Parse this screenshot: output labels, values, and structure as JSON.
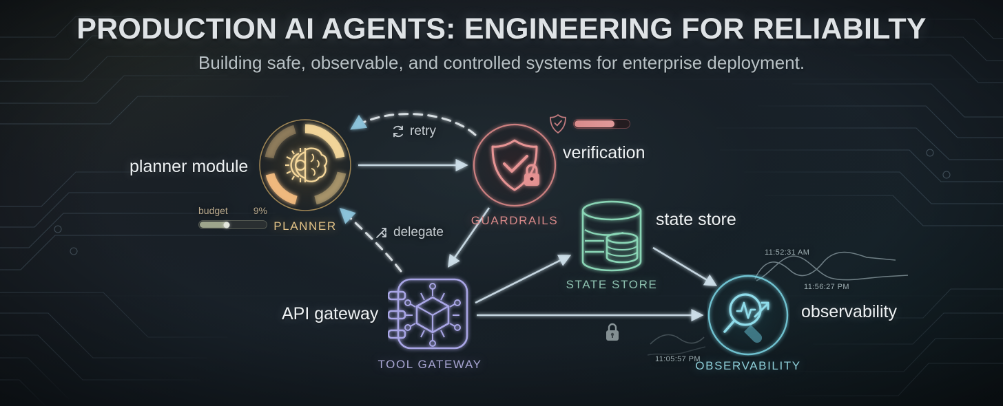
{
  "header": {
    "title": "PRODUCTION AI AGENTS: ENGINEERING FOR RELIABILTY",
    "subtitle": "Building safe, observable, and controlled systems for enterprise deployment."
  },
  "nodes": [
    {
      "id": "planner",
      "caption": "PLANNER",
      "annotation": "planner module",
      "icon": "gear-brain-icon",
      "color": "#e8c07a"
    },
    {
      "id": "guardrails",
      "caption": "GUARDRAILS",
      "annotation": "verification",
      "icon": "shield-check-lock-icon",
      "color": "#e08a8a"
    },
    {
      "id": "statestore",
      "caption": "STATE STORE",
      "annotation": "state store",
      "icon": "database-cylinder-icon",
      "color": "#84d3b4"
    },
    {
      "id": "toolgateway",
      "caption": "TOOL GATEWAY",
      "annotation": "API gateway",
      "icon": "chip-cube-icon",
      "color": "#a9a6e0"
    },
    {
      "id": "observability",
      "caption": "OBSERVABILITY",
      "annotation": "observability",
      "icon": "magnifier-pulse-icon",
      "color": "#7fd4e2"
    }
  ],
  "edges": [
    {
      "from": "planner",
      "to": "guardrails",
      "label": "",
      "style": "solid"
    },
    {
      "from": "guardrails",
      "to": "planner",
      "label": "retry",
      "style": "dashed",
      "icon": "refresh-icon"
    },
    {
      "from": "guardrails",
      "to": "toolgateway",
      "label": "",
      "style": "solid"
    },
    {
      "from": "toolgateway",
      "to": "planner",
      "label": "delegate",
      "style": "dashed",
      "icon": "branch-arrows-icon"
    },
    {
      "from": "toolgateway",
      "to": "statestore",
      "label": "",
      "style": "solid"
    },
    {
      "from": "toolgateway",
      "to": "observability",
      "label": "",
      "style": "solid"
    },
    {
      "from": "statestore",
      "to": "observability",
      "label": "",
      "style": "solid"
    }
  ],
  "budget_widget": {
    "label": "budget",
    "value": "9%",
    "fill_percent": 44
  },
  "guardrail_badge": {
    "icon": "shield-check-icon",
    "fill_percent": 72
  },
  "security_lock": {
    "icon": "lock-icon"
  },
  "telemetry": {
    "timestamps": [
      "11:52:31 AM",
      "11:56:27 PM",
      "11:05:57 PM"
    ]
  },
  "colors": {
    "background": "#161c22",
    "planner": "#e8c07a",
    "guardrails": "#e08a8a",
    "statestore": "#84d3b4",
    "toolgateway": "#a9a6e0",
    "observability": "#7fd4e2",
    "arrow": "#cfe0ea",
    "title": "#dfe3e6"
  }
}
